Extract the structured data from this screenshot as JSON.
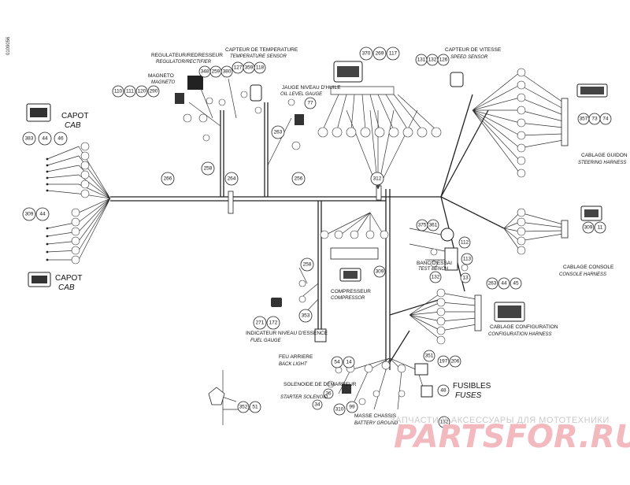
{
  "side_code": "0109056",
  "labels": {
    "capot_top_fr": "CAPOT",
    "capot_top_en": "CAB",
    "capot_bottom_fr": "CAPOT",
    "capot_bottom_en": "CAB",
    "regulator_fr": "REGULATEUR/REDRESSEUR",
    "regulator_en": "REGULATOR/RECTIFIER",
    "temp_fr": "CAPTEUR DE TEMPERATURE",
    "temp_en": "TEMPERATURE SENSOR",
    "magneto_fr": "MAGNETO",
    "magneto_en": "MAGNETO",
    "oil_fr": "JAUGE NIVEAU D'HUILE",
    "oil_en": "OIL LEVEL GAUGE",
    "speed_fr": "CAPTEUR DE VITESSE",
    "speed_en": "SPEED SENSOR",
    "steering_fr": "CABLAGE GUIDON",
    "steering_en": "STEERING HARNESS",
    "test_fr": "BANC D'ESSAI",
    "test_en": "TEST BENCH",
    "console_fr": "CABLAGE CONSOLE",
    "console_en": "CONSOLE HARNESS",
    "config_fr": "CABLAGE CONFIGURATION",
    "config_en": "CONFIGURATION HARNESS",
    "compressor_fr": "COMPRESSEUR",
    "compressor_en": "COMPRESSOR",
    "fuel_fr": "INDICATEUR NIVEAU D'ESSENCE",
    "fuel_en": "FUEL GAUGE",
    "backlight_fr": "FEU ARRIERE",
    "backlight_en": "BACK LIGHT",
    "starter_fr": "SOLENOIDE DE DEMARREUR",
    "starter_en": "STARTER SOLENOID",
    "ground_fr": "MASSE CHASSIS",
    "ground_en": "BATTERY GROUND",
    "fuses_fr": "FUSIBLES",
    "fuses_en": "FUSES"
  },
  "callouts": {
    "c383": "383",
    "c44a": "44",
    "c46a": "46",
    "c309a": "309",
    "c44b": "44",
    "c110": "110",
    "c111": "111",
    "c120": "120",
    "c290": "290",
    "c348": "348",
    "c259": "259",
    "c380": "380",
    "c127": "127",
    "c359": "359",
    "c118": "118",
    "c77": "77",
    "c263": "263",
    "c258a": "258",
    "c264": "264",
    "c266": "266",
    "c256": "256",
    "c312": "312",
    "c370": "370",
    "c269": "269",
    "c117": "117",
    "c131": "131",
    "c132": "132",
    "c126": "126",
    "c357": "357",
    "c73": "73",
    "c74": "74",
    "c309b": "309",
    "c11": "11",
    "c375": "375",
    "c361": "361",
    "c112": "112",
    "c113": "113",
    "c132b": "132",
    "c13": "13",
    "c263b": "263",
    "c44c": "44",
    "c45": "45",
    "c258b": "258",
    "c309c": "309",
    "c271": "271",
    "c172": "172",
    "c353": "353",
    "c54": "54",
    "c14": "14",
    "c351": "351",
    "c197": "197",
    "c206": "206",
    "c48": "48",
    "c132c": "132",
    "c36": "36",
    "c34": "34",
    "c99": "99",
    "c310": "310",
    "c352": "352",
    "c51": "51"
  },
  "watermark": {
    "line1": "ЗАПЧАСТИ И АКСЕССУАРЫ ДЛЯ МОТОТЕХНИКИ",
    "line2": "PARTSFOR.RU"
  }
}
